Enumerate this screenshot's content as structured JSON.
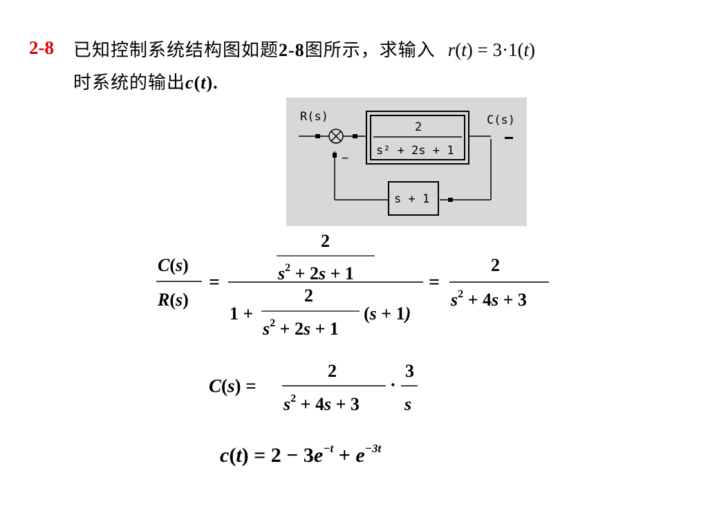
{
  "problem": {
    "number": "2-8",
    "text_line1": "已知控制系统结构图如题",
    "figure_ref": "2-8",
    "text_line1_end": "图所示，求输入",
    "input_eq": "r(t) = 3·1(t)",
    "text_line2": "时系统的输出",
    "output_symbol": "c(t)",
    "text_line2_end": "."
  },
  "diagram": {
    "input_label": "R(s)",
    "output_label": "C(s)",
    "forward_block_numerator": "2",
    "forward_block_denominator": "s² + 2s + 1",
    "feedback_block": "s + 1",
    "feedback_sign": "−",
    "background_color": "#d8d8d8"
  },
  "equations": {
    "eq1": {
      "lhs_num": "C(s)",
      "lhs_den": "R(s)",
      "equals": "=",
      "inner_num": "2",
      "inner_den": "s² + 2s + 1",
      "den_prefix": "1 +",
      "den_frac_num": "2",
      "den_frac_den": "s² + 2s + 1",
      "den_suffix": "(s + 1)",
      "rhs_num": "2",
      "rhs_den": "s² + 4s + 3"
    },
    "eq2": {
      "lhs": "C(s) =",
      "frac1_num": "2",
      "frac1_den": "s² + 4s + 3",
      "dot": "·",
      "frac2_num": "3",
      "frac2_den": "s"
    },
    "eq3": {
      "text": "c(t) = 2 − 3e^{−t} + e^{−3t}",
      "lhs": "c(t) = 2 − 3e",
      "exp1": "−t",
      "mid": "+ e",
      "exp2": "−3t"
    }
  },
  "colors": {
    "problem_number": "#e00000",
    "text": "#000000",
    "diagram_bg": "#d8d8d8"
  }
}
